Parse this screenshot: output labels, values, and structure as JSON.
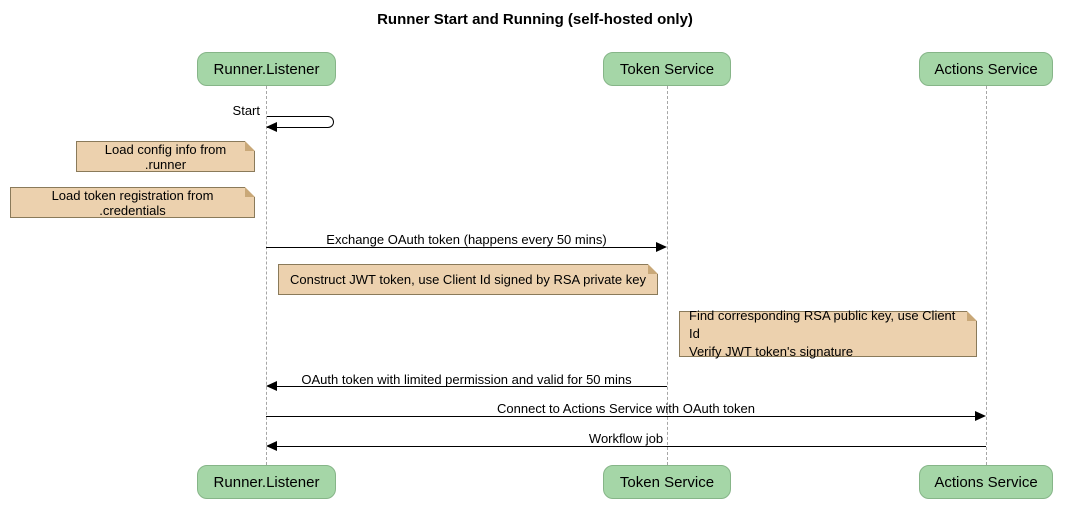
{
  "title": "Runner Start and Running (self-hosted only)",
  "colors": {
    "participant_fill": "#a5d6a7",
    "participant_border": "#86b588",
    "note_fill": "#ecd1ae",
    "note_border": "#8a7a5a",
    "lifeline": "#a6a6a6",
    "arrow": "#000000",
    "background": "#ffffff"
  },
  "participants": [
    {
      "name": "Runner.Listener"
    },
    {
      "name": "Token Service"
    },
    {
      "name": "Actions Service"
    }
  ],
  "messages": {
    "start": "Start",
    "exchange": "Exchange OAuth token (happens every 50 mins)",
    "oauth_return": "OAuth token with limited permission and valid for 50 mins",
    "connect": "Connect to Actions Service with OAuth token",
    "workflow": "Workflow job"
  },
  "notes": {
    "load_config": "Load config info from .runner",
    "load_token": "Load token registration from .credentials",
    "construct_jwt": "Construct JWT token, use Client Id signed by RSA private key",
    "find_rsa_line1": "Find corresponding RSA public key, use Client Id",
    "find_rsa_line2": "Verify JWT token's signature"
  }
}
